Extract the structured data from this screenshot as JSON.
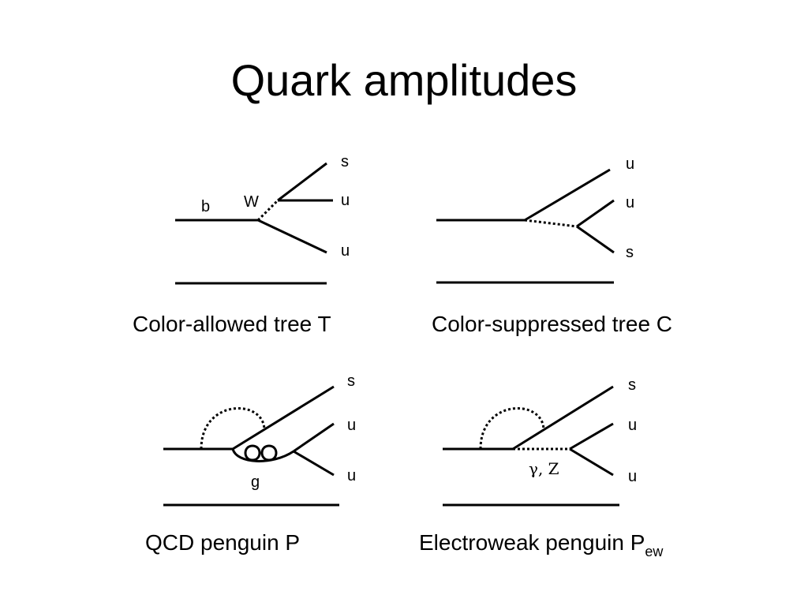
{
  "title": "Quark amplitudes",
  "diagrams": {
    "tree_t": {
      "caption": "Color-allowed tree T",
      "labels": {
        "b": "b",
        "w": "W",
        "s": "s",
        "u1": "u",
        "u2": "u"
      }
    },
    "tree_c": {
      "caption": "Color-suppressed tree C",
      "labels": {
        "u1": "u",
        "u2": "u",
        "s": "s"
      }
    },
    "qcd_penguin": {
      "caption": "QCD penguin P",
      "labels": {
        "s": "s",
        "u1": "u",
        "u2": "u",
        "g": "g"
      }
    },
    "ew_penguin": {
      "caption_main": "Electroweak penguin P",
      "caption_sub": "ew",
      "labels": {
        "gamma_z": "γ, Z",
        "s": "s",
        "u1": "u",
        "u2": "u"
      }
    }
  }
}
